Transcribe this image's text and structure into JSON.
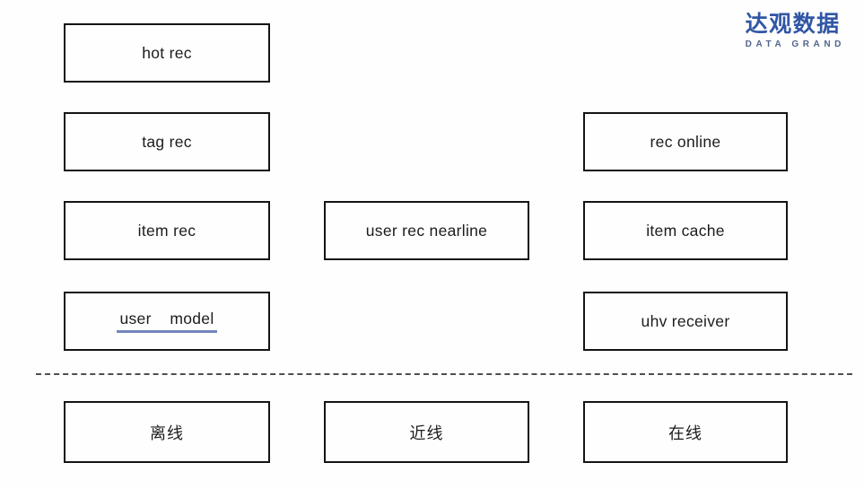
{
  "logo": {
    "title": "达观数据",
    "subtitle": "DATA GRAND"
  },
  "colors": {
    "logo-blue": "#3156a5",
    "logo-sub": "#53658e",
    "underline-blue": "#7486bd",
    "box-border": "#141414",
    "dash-gray": "#4f4f4f"
  },
  "boxes": {
    "hot_rec": {
      "label": "hot rec"
    },
    "tag_rec": {
      "label": "tag rec"
    },
    "item_rec": {
      "label": "item rec"
    },
    "user_model": {
      "label": "user    model"
    },
    "user_rec_nearline": {
      "label": "user rec nearline"
    },
    "rec_online": {
      "label": "rec online"
    },
    "item_cache": {
      "label": "item cache"
    },
    "uhv_receiver": {
      "label": "uhv receiver"
    },
    "offline_layer": {
      "label": "离线"
    },
    "nearline_layer": {
      "label": "近线"
    },
    "online_layer": {
      "label": "在线"
    }
  }
}
